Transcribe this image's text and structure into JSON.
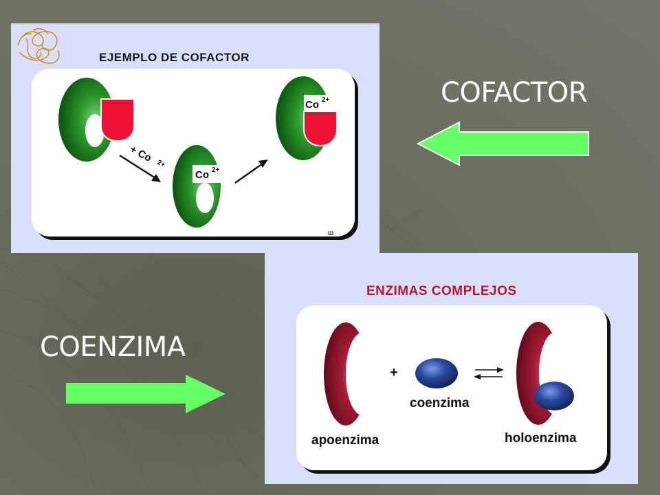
{
  "slide": {
    "label_cofactor": "COFACTOR",
    "label_coenzima": "COENZIMA",
    "arrow_color": "#66ff66",
    "background_color": "#6a6c5c"
  },
  "cofactor_panel": {
    "title": "EJEMPLO DE COFACTOR",
    "reaction_label": "+ Co",
    "reaction_charge": "2+",
    "ion_label": "Co",
    "ion_charge": "2+",
    "small_mark": "Ш",
    "enzyme_color": "#1f8a1f",
    "substrate_color": "#ee1133"
  },
  "coenzyme_panel": {
    "title": "ENZIMAS COMPLEJOS",
    "plus_sign": "+",
    "apoenzima_label": "apoenzima",
    "coenzima_label": "coenzima",
    "holoenzima_label": "holoenzima",
    "enzyme_color": "#9c1a32",
    "coenzyme_color": "#1f3c8c"
  }
}
